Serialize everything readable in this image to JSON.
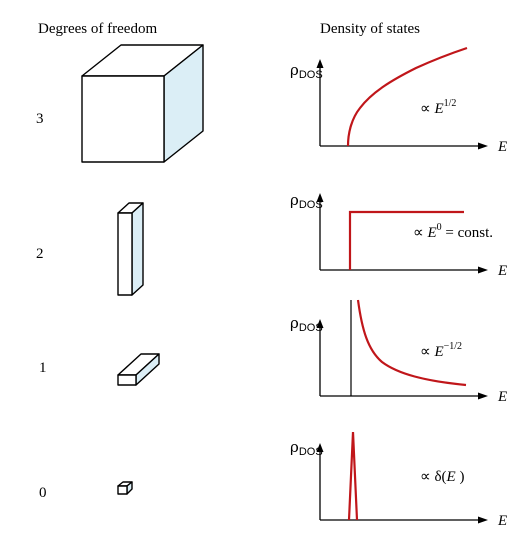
{
  "headers": {
    "left": "Degrees of freedom",
    "right": "Density of states"
  },
  "rows": [
    {
      "dof": "3",
      "shape": "cube",
      "y_label": "ρ",
      "y_sub": "DOS",
      "x_label": "E",
      "relation_prefix": "∝ ",
      "relation_var": "E",
      "relation_exp": "1/2",
      "relation_suffix": ""
    },
    {
      "dof": "2",
      "shape": "slab",
      "y_label": "ρ",
      "y_sub": "DOS",
      "x_label": "E",
      "relation_prefix": "∝ ",
      "relation_var": "E",
      "relation_exp": "0",
      "relation_suffix": " = const."
    },
    {
      "dof": "1",
      "shape": "wire",
      "y_label": "ρ",
      "y_sub": "DOS",
      "x_label": "E",
      "relation_prefix": "∝ ",
      "relation_var": "E",
      "relation_exp": "−1/2",
      "relation_suffix": ""
    },
    {
      "dof": "0",
      "shape": "dot",
      "y_label": "ρ",
      "y_sub": "DOS",
      "x_label": "E",
      "relation_prefix": "∝ δ(",
      "relation_var": "E",
      "relation_exp": "",
      "relation_suffix": " )"
    }
  ],
  "colors": {
    "curve": "#c0161a",
    "side_face": "#dbeef6",
    "ink": "#000000"
  }
}
